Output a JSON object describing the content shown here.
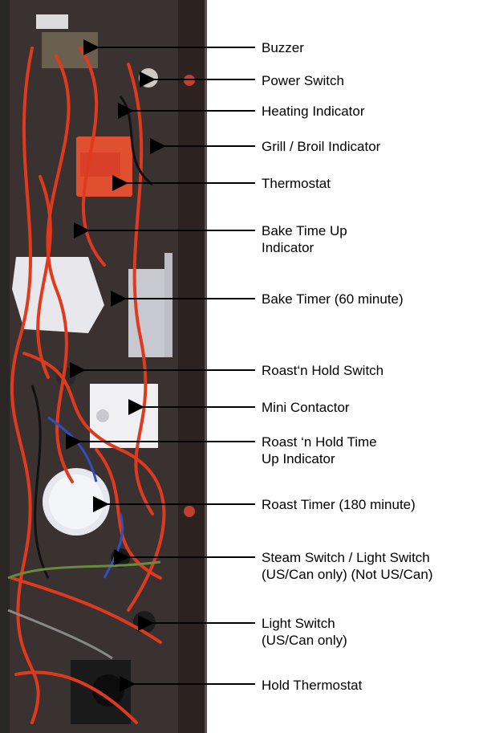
{
  "labels": [
    {
      "id": "buzzer",
      "lines": [
        "Buzzer"
      ]
    },
    {
      "id": "power",
      "lines": [
        "Power Switch"
      ]
    },
    {
      "id": "heating",
      "lines": [
        "Heating Indicator"
      ]
    },
    {
      "id": "grill",
      "lines": [
        "Grill / Broil Indicator"
      ]
    },
    {
      "id": "thermostat",
      "lines": [
        "Thermostat"
      ]
    },
    {
      "id": "baketimeup",
      "lines": [
        "Bake Time Up",
        "Indicator"
      ]
    },
    {
      "id": "baketimer",
      "lines": [
        "Bake Timer (60 minute)"
      ]
    },
    {
      "id": "roastswitch",
      "lines": [
        "Roast‘n Hold Switch"
      ]
    },
    {
      "id": "minicontactor",
      "lines": [
        "Mini Contactor"
      ]
    },
    {
      "id": "roasttimeup",
      "lines": [
        "Roast  ‘n  Hold  Time",
        "Up Indicator"
      ]
    },
    {
      "id": "roasttimer",
      "lines": [
        "Roast Timer (180 minute)"
      ]
    },
    {
      "id": "steamswitch",
      "lines": [
        "Steam Switch / Light Switch",
        "(US/Can only)   (Not US/Can)"
      ]
    },
    {
      "id": "lightswitch",
      "lines": [
        "Light Switch",
        "(US/Can only)"
      ]
    },
    {
      "id": "holdthermostat",
      "lines": [
        "Hold Thermostat"
      ]
    }
  ]
}
